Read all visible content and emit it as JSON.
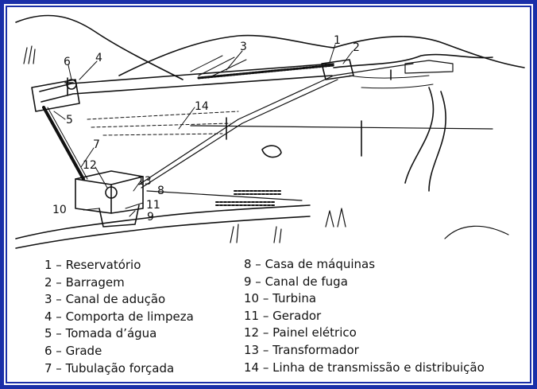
{
  "diagram": {
    "callouts": [
      "1",
      "2",
      "3",
      "4",
      "5",
      "6",
      "7",
      "8",
      "9",
      "10",
      "11",
      "12",
      "13",
      "14"
    ]
  },
  "legend": {
    "left": [
      "1 – Reservatório",
      "2 – Barragem",
      "3 – Canal de adução",
      "4 – Comporta de limpeza",
      "5 – Tomada d’água",
      "6 – Grade",
      "7 – Tubulação forçada"
    ],
    "right": [
      "8 – Casa de máquinas",
      "9 – Canal de fuga",
      "10 – Turbina",
      "11 – Gerador",
      "12 – Painel elétrico",
      "13 – Transformador",
      "14 – Linha de transmissão e distribuição"
    ]
  },
  "colors": {
    "frame": "#1a2fa8",
    "ink": "#111111",
    "paper": "#ffffff"
  }
}
